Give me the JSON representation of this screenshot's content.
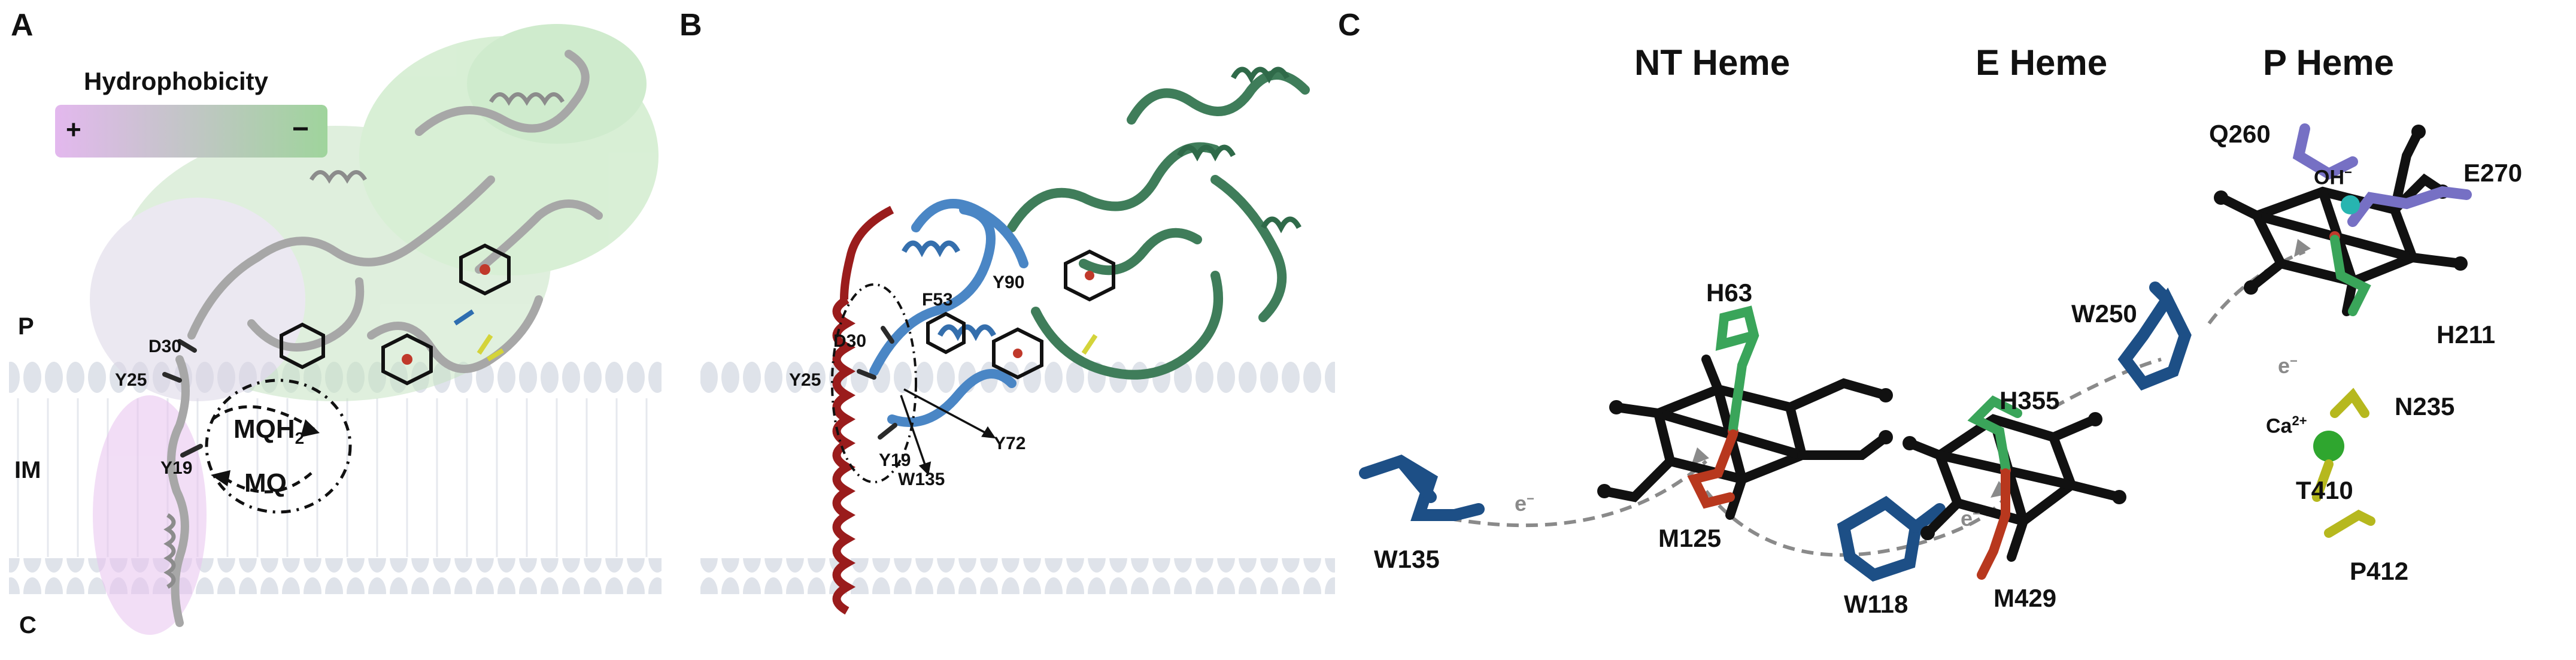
{
  "panel_a": {
    "label": "A",
    "legend": {
      "title": "Hydrophobicity",
      "plus": "+",
      "minus": "−"
    },
    "side_labels": {
      "p": "P",
      "im": "IM",
      "c": "C"
    },
    "residues": {
      "d30": "D30",
      "y25": "Y25",
      "y19": "Y19"
    },
    "quinone": {
      "reduced": "MQH",
      "reduced_sub": "2",
      "oxidized": "MQ"
    },
    "colors": {
      "hydrophobic": "#e3b8ee",
      "hydrophilic": "#9fd49c",
      "protein": "#bdbdbd",
      "membrane": "#dfe3ea"
    }
  },
  "panel_b": {
    "label": "B",
    "residues": {
      "f53": "F53",
      "y90": "Y90",
      "d30": "D30",
      "y25": "Y25",
      "y19": "Y19",
      "y72": "Y72",
      "w135": "W135"
    },
    "colors": {
      "helix": "#9a1c1c",
      "domain_blue": "#4a86c5",
      "domain_green": "#3f7d5a"
    }
  },
  "panel_c": {
    "label": "C",
    "titles": {
      "nt": "NT Heme",
      "e": "E Heme",
      "p": "P Heme"
    },
    "residues": {
      "w135": "W135",
      "h63": "H63",
      "m125": "M125",
      "w118": "W118",
      "h355": "H355",
      "m429": "M429",
      "w250": "W250",
      "q260": "Q260",
      "e270": "E270",
      "h211": "H211",
      "n235": "N235",
      "t410": "T410",
      "p412": "P412",
      "ca": "Ca",
      "ca_sup": "2+",
      "oh": "OH",
      "oh_sup": "−"
    },
    "electron": {
      "e": "e",
      "sup": "−"
    },
    "colors": {
      "heme": "#111111",
      "trp": "#1d4f86",
      "his": "#3aa55a",
      "met": "#b8381e",
      "purple": "#7670c4",
      "ca": "#2fa62f",
      "yellow": "#b6b81e",
      "oh": "#27b5b0"
    }
  }
}
